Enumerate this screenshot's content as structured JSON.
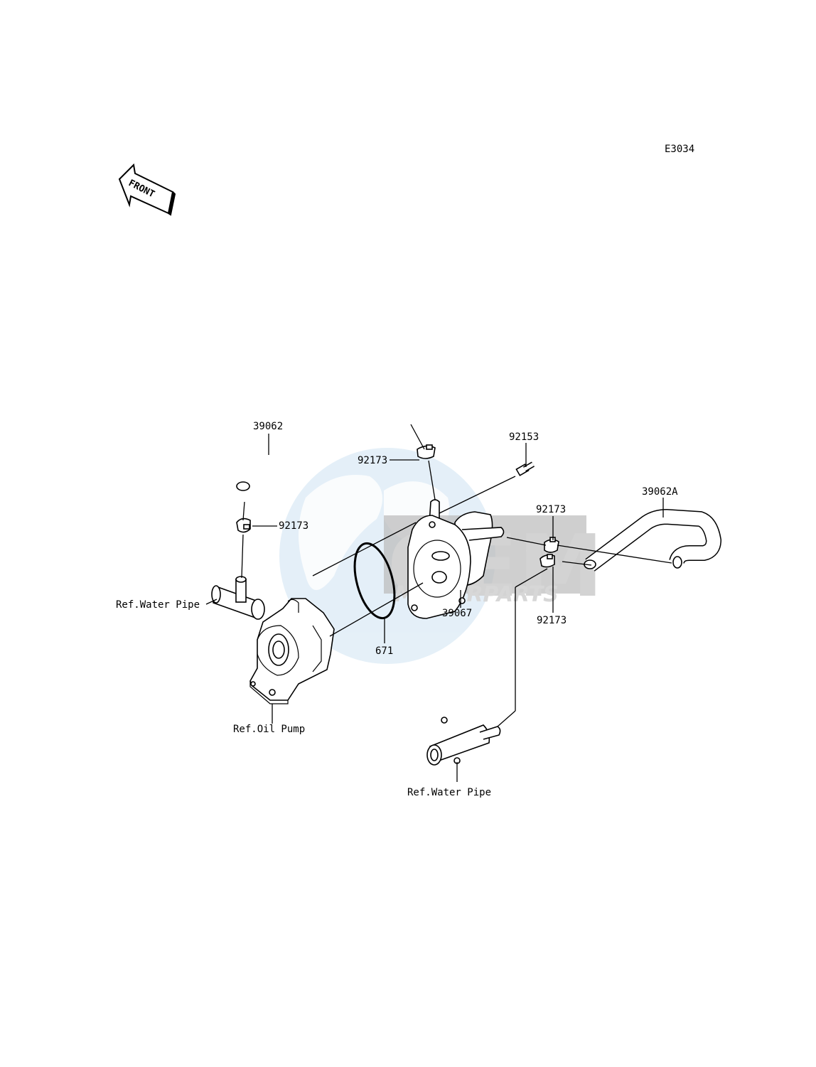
{
  "diagram_code": "E3034",
  "front_label": "FRONT",
  "watermark": {
    "brand": "OEM",
    "sub": "MOTORPARTS",
    "color_dark": "#8a8a8a",
    "color_light": "#cfe3f3"
  },
  "callouts": {
    "hose_left": "39062",
    "clamp_top": "92173",
    "bolt": "92153",
    "hose_right": "39062A",
    "clamp_right_upper": "92173",
    "clamp_left": "92173",
    "oil_cooler": "39067",
    "clamp_right_lower": "92173",
    "oring": "671",
    "ref_water_pipe_left": "Ref.Water Pipe",
    "ref_oil_pump": "Ref.Oil Pump",
    "ref_water_pipe_bottom": "Ref.Water Pipe"
  }
}
